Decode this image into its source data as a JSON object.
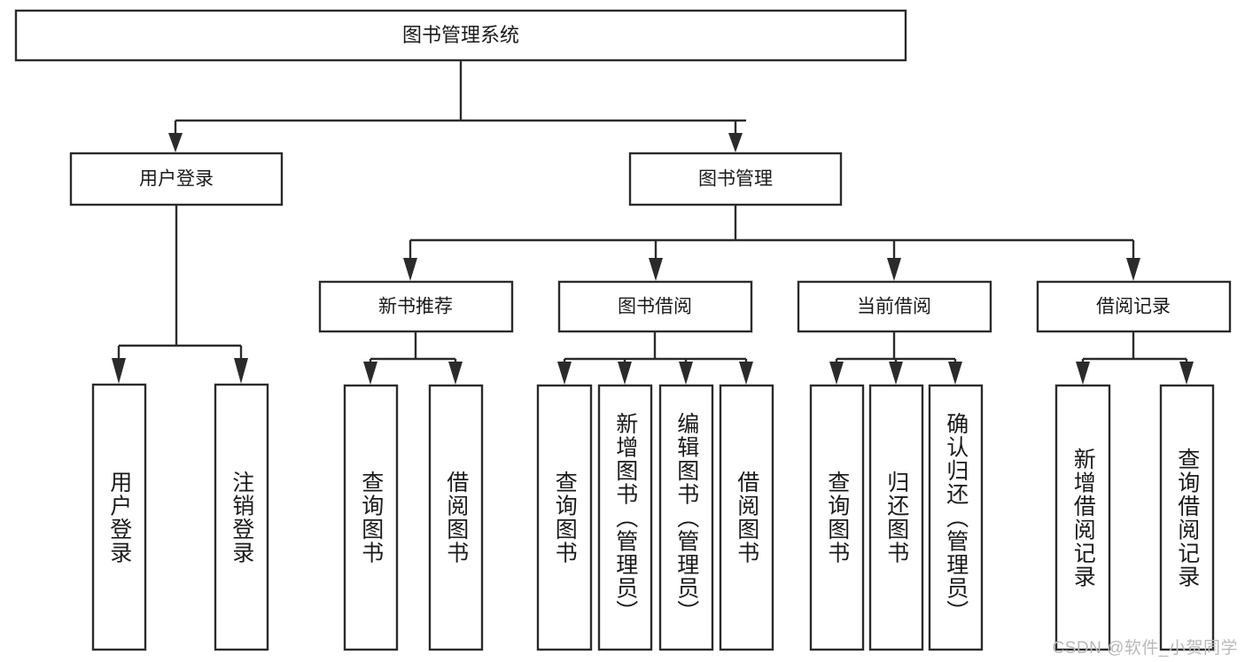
{
  "diagram": {
    "type": "tree-hierarchy",
    "title": "图书管理系统",
    "watermark": "CSDN @软件_小贺同学",
    "colors": {
      "stroke": "#2b2b2b",
      "fill": "#ffffff",
      "text": "#1a1a1a",
      "watermark": "#b9b9b9",
      "background": "#ffffff"
    },
    "root": {
      "label": "图书管理系统"
    },
    "level2": [
      {
        "label": "用户登录"
      },
      {
        "label": "图书管理"
      }
    ],
    "level3": [
      {
        "label": "新书推荐"
      },
      {
        "label": "图书借阅"
      },
      {
        "label": "当前借阅"
      },
      {
        "label": "借阅记录"
      }
    ],
    "leaves": {
      "user_login": [
        {
          "label": "用户登录"
        },
        {
          "label": "注销登录"
        }
      ],
      "new_book_recommend": [
        {
          "label": "查询图书"
        },
        {
          "label": "借阅图书"
        }
      ],
      "book_borrow": [
        {
          "label": "查询图书"
        },
        {
          "label": "新增图书（管理员）"
        },
        {
          "label": "编辑图书（管理员）"
        },
        {
          "label": "借阅图书"
        }
      ],
      "current_borrow": [
        {
          "label": "查询图书"
        },
        {
          "label": "归还图书"
        },
        {
          "label": "确认归还（管理员）"
        }
      ],
      "borrow_record": [
        {
          "label": "新增借阅记录"
        },
        {
          "label": "查询借阅记录"
        }
      ]
    }
  }
}
